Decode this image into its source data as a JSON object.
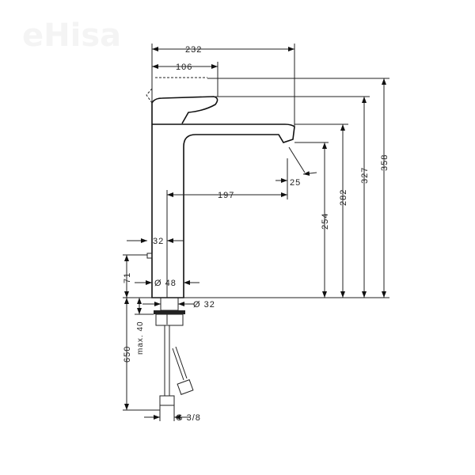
{
  "watermark": "eHisa",
  "dimensions": {
    "overall_reach": "232",
    "lever_reach": "106",
    "spout_reach": "197",
    "body_offset": "32",
    "body_diameter": "Ø 48",
    "shank_diameter": "Ø 32",
    "height_total": "358",
    "height_lever": "327",
    "height_spout": "282",
    "height_outlet": "254",
    "aerator_angle": "25",
    "pop_up_height": "71",
    "hose_length": "650",
    "max_thickness": "max. 40",
    "connection": "G 3/8"
  }
}
